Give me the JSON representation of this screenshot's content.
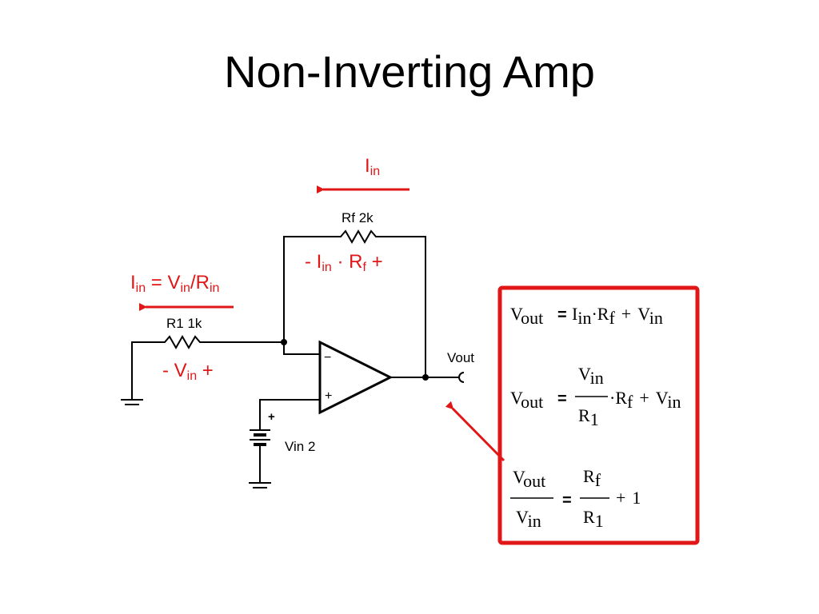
{
  "title": "Non-Inverting Amp",
  "components": {
    "rf": "Rf 2k",
    "r1": "R1 1k",
    "vin": "Vin 2",
    "vout": "Vout",
    "battery_plus": "+",
    "opamp_minus": "−",
    "opamp_plus": "+"
  },
  "annotations": {
    "iin_top": {
      "main": "I",
      "sub": "in"
    },
    "rf_drop": {
      "a": "- I",
      "a_sub": "in",
      "b": " · R",
      "b_sub": "f",
      "c": " +"
    },
    "iin_eq": {
      "a": "I",
      "a_sub": "in",
      "b": " = V",
      "b_sub": "in",
      "c": "/R",
      "c_sub": "in"
    },
    "vin_drop": {
      "a": "- V",
      "a_sub": "in",
      "b": " +"
    }
  },
  "equations": {
    "eq1": {
      "lhs": "V",
      "lhs_sub": "out",
      "eq": "=",
      "t1": "I",
      "t1_sub": "in",
      "dot": "·",
      "t2": "R",
      "t2_sub": "f",
      "plus": "+",
      "t3": "V",
      "t3_sub": "in"
    },
    "eq2": {
      "lhs": "V",
      "lhs_sub": "out",
      "eq": "=",
      "num": "V",
      "num_sub": "in",
      "den": "R",
      "den_sub": "1",
      "dot": "·",
      "t2": "R",
      "t2_sub": "f",
      "plus": "+",
      "t3": "V",
      "t3_sub": "in"
    },
    "eq3": {
      "lnum": "V",
      "lnum_sub": "out",
      "lden": "V",
      "lden_sub": "in",
      "eq": "=",
      "rnum": "R",
      "rnum_sub": "f",
      "rden": "R",
      "rden_sub": "1",
      "plus": "+",
      "one": "1"
    }
  },
  "colors": {
    "accent": "#e11717",
    "wire": "#000000"
  }
}
